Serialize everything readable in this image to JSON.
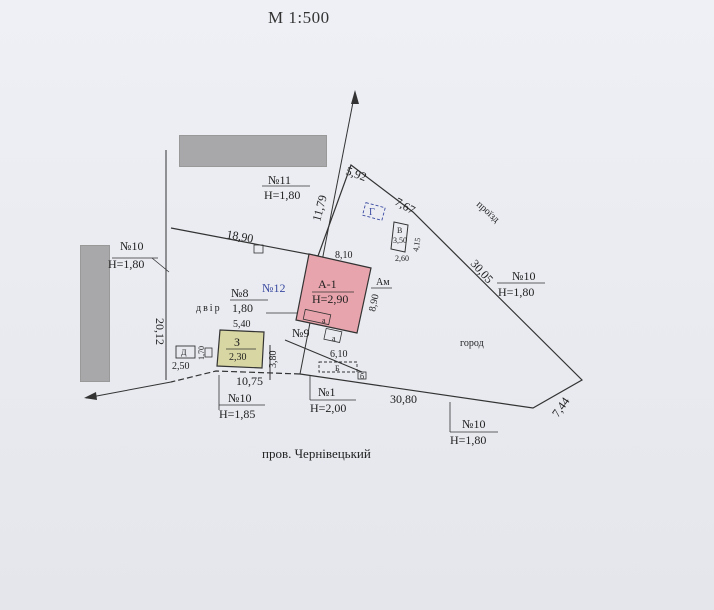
{
  "header": {
    "scale": "М 1:500"
  },
  "street": {
    "name": "пров. Чернівецький"
  },
  "area_labels": {
    "dvir": "двір",
    "horod": "город",
    "proizd": "проїзд",
    "am": "Ам"
  },
  "fence_labels": {
    "f10_left": {
      "num": "№10",
      "h": "Н=1,80"
    },
    "f11_top": {
      "num": "№11",
      "h": "Н=1,80"
    },
    "f10_right": {
      "num": "№10",
      "h": "Н=1,80"
    },
    "f10_bottom_right": {
      "num": "№10",
      "h": "Н=1,80"
    },
    "f10_bottom_left": {
      "num": "№10",
      "h": "Н=1,85"
    },
    "f1_gate": {
      "num": "№1",
      "h": "Н=2,00"
    },
    "f8": {
      "num": "№8",
      "h": "1,80"
    },
    "f9": {
      "num": "№9"
    },
    "f12": {
      "num": "№12"
    }
  },
  "buildings": {
    "a1": {
      "code": "А-1",
      "h": "Н=2,90",
      "w": "8,10",
      "d": "8,90",
      "porch": "а"
    },
    "z": {
      "code": "З",
      "h": "2,30",
      "w": "5,40",
      "d": "3,80"
    },
    "v": {
      "code": "В",
      "w": "2,60",
      "h": "3,50",
      "d": "4,15"
    },
    "g": {
      "code": "Г"
    },
    "b": {
      "code": "Б",
      "w": "6,10",
      "porch": "б"
    },
    "d": {
      "code": "Д",
      "w": "2,50",
      "d": "1,70"
    }
  },
  "dimensions": {
    "d18_90": "18,90",
    "d20_12": "20,12",
    "d5_92": "5,92",
    "d7_67": "7,67",
    "d11_79": "11,79",
    "d30_05": "30,05",
    "d7_44": "7,44",
    "d30_80": "30,80",
    "d10_75": "10,75",
    "d8_small": "8"
  },
  "colors": {
    "building_a1": "#e8a4ac",
    "building_z": "#d8d6a2",
    "line": "#333333",
    "annot_blue": "#3a4aa0"
  }
}
